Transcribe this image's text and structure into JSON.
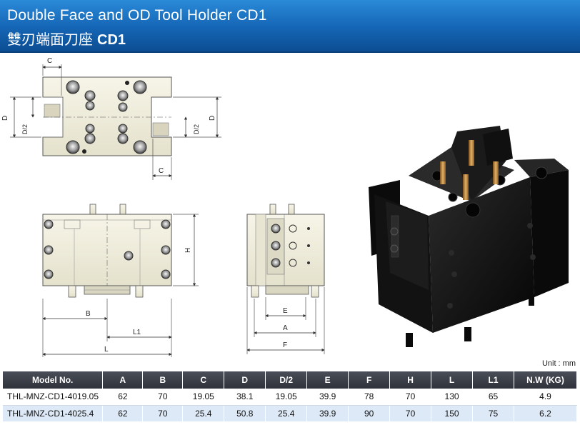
{
  "header": {
    "title_en": "Double Face and OD Tool Holder CD1",
    "title_zh": "雙刃端面刀座",
    "title_code": "CD1"
  },
  "dimension_labels": {
    "c": "C",
    "d": "D",
    "d_half": "D/2",
    "h": "H",
    "b": "B",
    "l1": "L1",
    "l": "L",
    "e": "E",
    "a": "A",
    "f": "F"
  },
  "unit_note": "Unit : mm",
  "table": {
    "columns": [
      "Model No.",
      "A",
      "B",
      "C",
      "D",
      "D/2",
      "E",
      "F",
      "H",
      "L",
      "L1",
      "N.W (KG)"
    ],
    "rows": [
      [
        "THL-MNZ-CD1-4019.05",
        "62",
        "70",
        "19.05",
        "38.1",
        "19.05",
        "39.9",
        "78",
        "70",
        "130",
        "65",
        "4.9"
      ],
      [
        "THL-MNZ-CD1-4025.4",
        "62",
        "70",
        "25.4",
        "50.8",
        "25.4",
        "39.9",
        "90",
        "70",
        "150",
        "75",
        "6.2"
      ]
    ]
  },
  "colors": {
    "header_blue": "#1465b4",
    "table_header": "#33363e",
    "row_alt": "#dde9f6",
    "part_fill": "#f1efdf",
    "holder_black": "#141414",
    "bronze": "#c08a3e"
  }
}
